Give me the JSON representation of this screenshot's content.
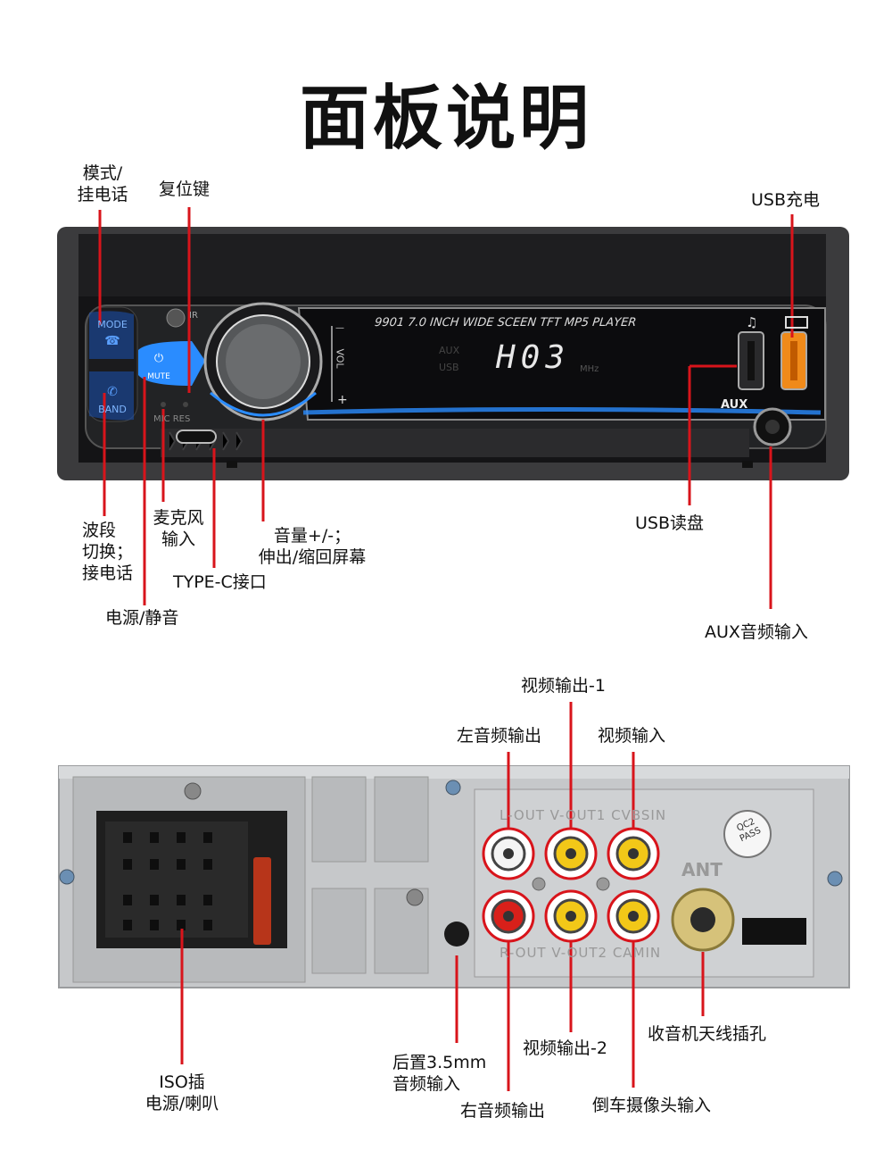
{
  "title": "面板说明",
  "front": {
    "panel_text": "9901  7.0 INCH WIDE SCEEN TFT MP5 PLAYER",
    "display_digits": "H03",
    "display_aux": "AUX",
    "display_usb": "USB",
    "display_mhz": "MHz",
    "mode_btn": "MODE",
    "band_btn": "BAND",
    "mute_btn": "MUTE",
    "mic_res": "MIC RES",
    "ir": "IR",
    "vol": "VOL",
    "vol_minus": "—",
    "vol_plus": "+",
    "aux_text": "AUX",
    "labels": {
      "mode": "模式/\n挂电话",
      "reset": "复位键",
      "usb_charge": "USB充电",
      "band": "波段\n切换；\n接电话",
      "mic": "麦克风\n输入",
      "volume": "音量+/-；\n伸出/缩回屏幕",
      "typec": "TYPE-C接口",
      "power": "电源/静音",
      "usb_read": "USB读盘",
      "aux_in": "AUX音频输入"
    }
  },
  "rear": {
    "lout_text": "L-OUT  V-OUT1  CVBSIN",
    "rout_text": "R-OUT  V-OUT2  CAMIN",
    "ant_text": "ANT",
    "qc_text1": "QC2",
    "qc_text2": "PASS",
    "labels": {
      "vout1": "视频输出-1",
      "left_audio": "左音频输出",
      "video_in": "视频输入",
      "iso": "ISO插\n电源/喇叭",
      "rear35": "后置3.5mm\n音频输入",
      "vout2": "视频输出-2",
      "right_audio": "右音频输出",
      "camera": "倒车摄像头输入",
      "antenna": "收音机天线插孔"
    }
  },
  "colors": {
    "line": "#d8141b",
    "accent_blue": "#2a8cff",
    "usb_orange": "#f08a1a"
  }
}
